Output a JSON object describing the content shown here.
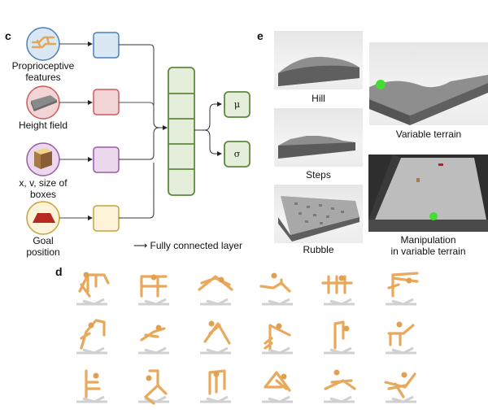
{
  "panels": {
    "c": {
      "label": "c",
      "inputs": [
        {
          "name": "proprioceptive",
          "label_lines": [
            "Proprioceptive",
            "features"
          ],
          "fill": "#dae8f5",
          "stroke": "#4a7fbf"
        },
        {
          "name": "height-field",
          "label_lines": [
            "Height field"
          ],
          "fill": "#f2d4d4",
          "stroke": "#cc5c5c"
        },
        {
          "name": "boxes",
          "label_lines": [
            "x, v, size of",
            "boxes"
          ],
          "fill": "#ebd8ec",
          "stroke": "#9a5aa8"
        },
        {
          "name": "goal",
          "label_lines": [
            "Goal",
            "position"
          ],
          "fill": "#fdf3d9",
          "stroke": "#c9a23a"
        }
      ],
      "network": {
        "fill": "#e5eedb",
        "stroke": "#5d8a3a",
        "cells": 5
      },
      "outputs": [
        {
          "name": "mu",
          "symbol": "μ"
        },
        {
          "name": "sigma",
          "symbol": "σ"
        }
      ],
      "legend": {
        "arrow": "⟶",
        "text": "Fully connected layer"
      }
    },
    "d": {
      "label": "d",
      "grid_rows": 3,
      "grid_cols": 6
    },
    "e": {
      "label": "e",
      "terrains": [
        {
          "name": "hill",
          "label_lines": [
            "Hill"
          ]
        },
        {
          "name": "steps",
          "label_lines": [
            "Steps"
          ]
        },
        {
          "name": "rubble",
          "label_lines": [
            "Rubble"
          ]
        },
        {
          "name": "variable-terrain",
          "label_lines": [
            "Variable terrain"
          ]
        },
        {
          "name": "manipulation",
          "label_lines": [
            "Manipulation",
            "in variable terrain"
          ]
        }
      ]
    }
  }
}
